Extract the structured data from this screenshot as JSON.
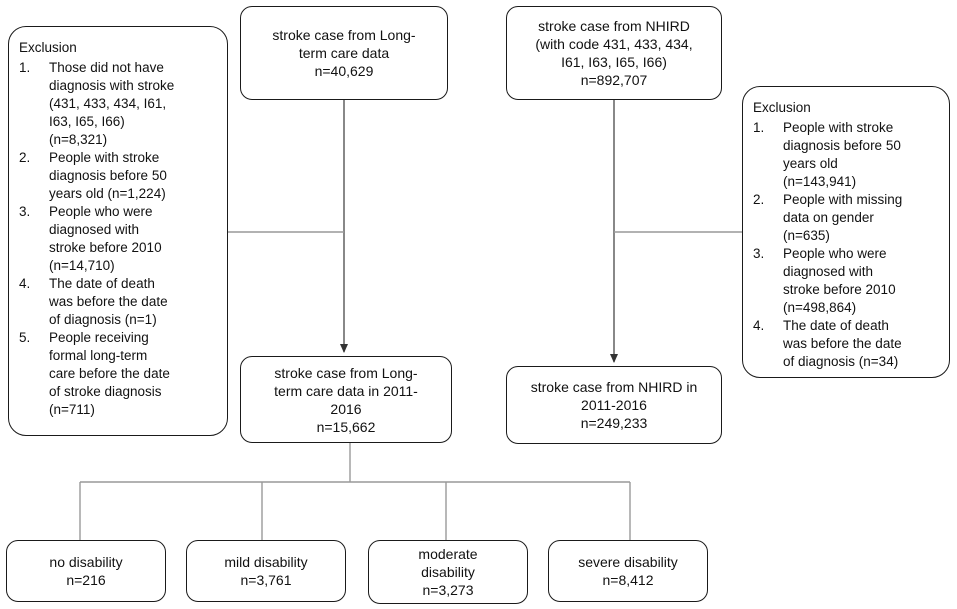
{
  "top_left": {
    "line1": "stroke case from Long-",
    "line2": "term care data",
    "line3": "n=40,629"
  },
  "top_right": {
    "line1": "stroke case from NHIRD",
    "line2": "(with code 431, 433, 434,",
    "line3": "I61, I63, I65, I66)",
    "line4": "n=892,707"
  },
  "exclusion_left": {
    "title": "Exclusion",
    "items": [
      {
        "num": "1.",
        "lines": [
          "Those did not have",
          "diagnosis with stroke",
          "(431, 433, 434, I61,",
          "I63, I65, I66)",
          "(n=8,321)"
        ]
      },
      {
        "num": "2.",
        "lines": [
          "People with stroke",
          "diagnosis before 50",
          "years old (n=1,224)"
        ]
      },
      {
        "num": "3.",
        "lines": [
          "People who were",
          "diagnosed with",
          "stroke before 2010",
          "(n=14,710)"
        ]
      },
      {
        "num": "4.",
        "lines": [
          "The date of death",
          "was before the date",
          "of diagnosis (n=1)"
        ]
      },
      {
        "num": "5.",
        "lines": [
          "People receiving",
          "formal long-term",
          "care before the date",
          "of stroke diagnosis",
          "(n=711)"
        ]
      }
    ]
  },
  "exclusion_right": {
    "title": "Exclusion",
    "items": [
      {
        "num": "1.",
        "lines": [
          "People with stroke",
          "diagnosis before 50",
          "years old",
          "(n=143,941)"
        ]
      },
      {
        "num": "2.",
        "lines": [
          "People with missing",
          "data on gender",
          "(n=635)"
        ]
      },
      {
        "num": "3.",
        "lines": [
          "People who were",
          "diagnosed with",
          "stroke before 2010",
          "(n=498,864)"
        ]
      },
      {
        "num": "4.",
        "lines": [
          "The date of death",
          "was before the date",
          "of diagnosis (n=34)"
        ]
      }
    ]
  },
  "mid_left": {
    "line1": "stroke case from Long-",
    "line2": "term care data in 2011-",
    "line3": "2016",
    "line4": "n=15,662"
  },
  "mid_right": {
    "line1": "stroke case from NHIRD in",
    "line2": "2011-2016",
    "line3": "n=249,233"
  },
  "outcomes": [
    {
      "label": "no disability",
      "n": "n=216"
    },
    {
      "label": "mild disability",
      "n": "n=3,761"
    },
    {
      "label": "moderate",
      "label2": "disability",
      "n": "n=3,273"
    },
    {
      "label": "severe disability",
      "n": "n=8,412"
    }
  ]
}
